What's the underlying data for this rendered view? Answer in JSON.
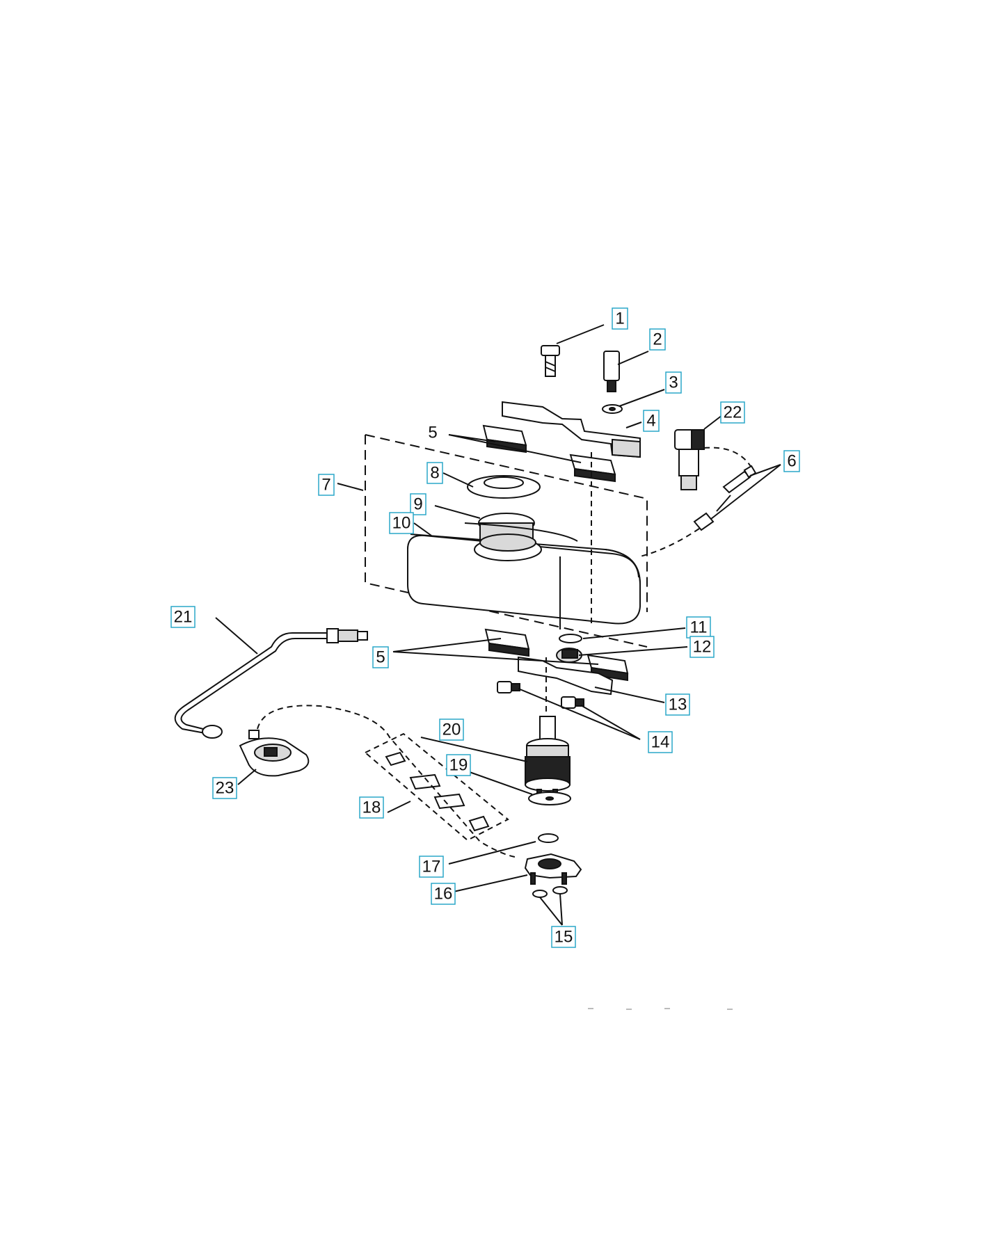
{
  "callouts": {
    "c1": "1",
    "c2": "2",
    "c3": "3",
    "c4": "4",
    "c5_top": "5",
    "c5_bottom": "5",
    "c6": "6",
    "c7": "7",
    "c8": "8",
    "c9": "9",
    "c10": "10",
    "c11": "11",
    "c12": "12",
    "c13": "13",
    "c14": "14",
    "c15": "15",
    "c16": "16",
    "c17": "17",
    "c18": "18",
    "c19": "19",
    "c20": "20",
    "c21": "21",
    "c22": "22",
    "c23": "23"
  },
  "colors": {
    "callout_border": "#2aa7c9",
    "line": "#111111",
    "background": "#ffffff"
  }
}
